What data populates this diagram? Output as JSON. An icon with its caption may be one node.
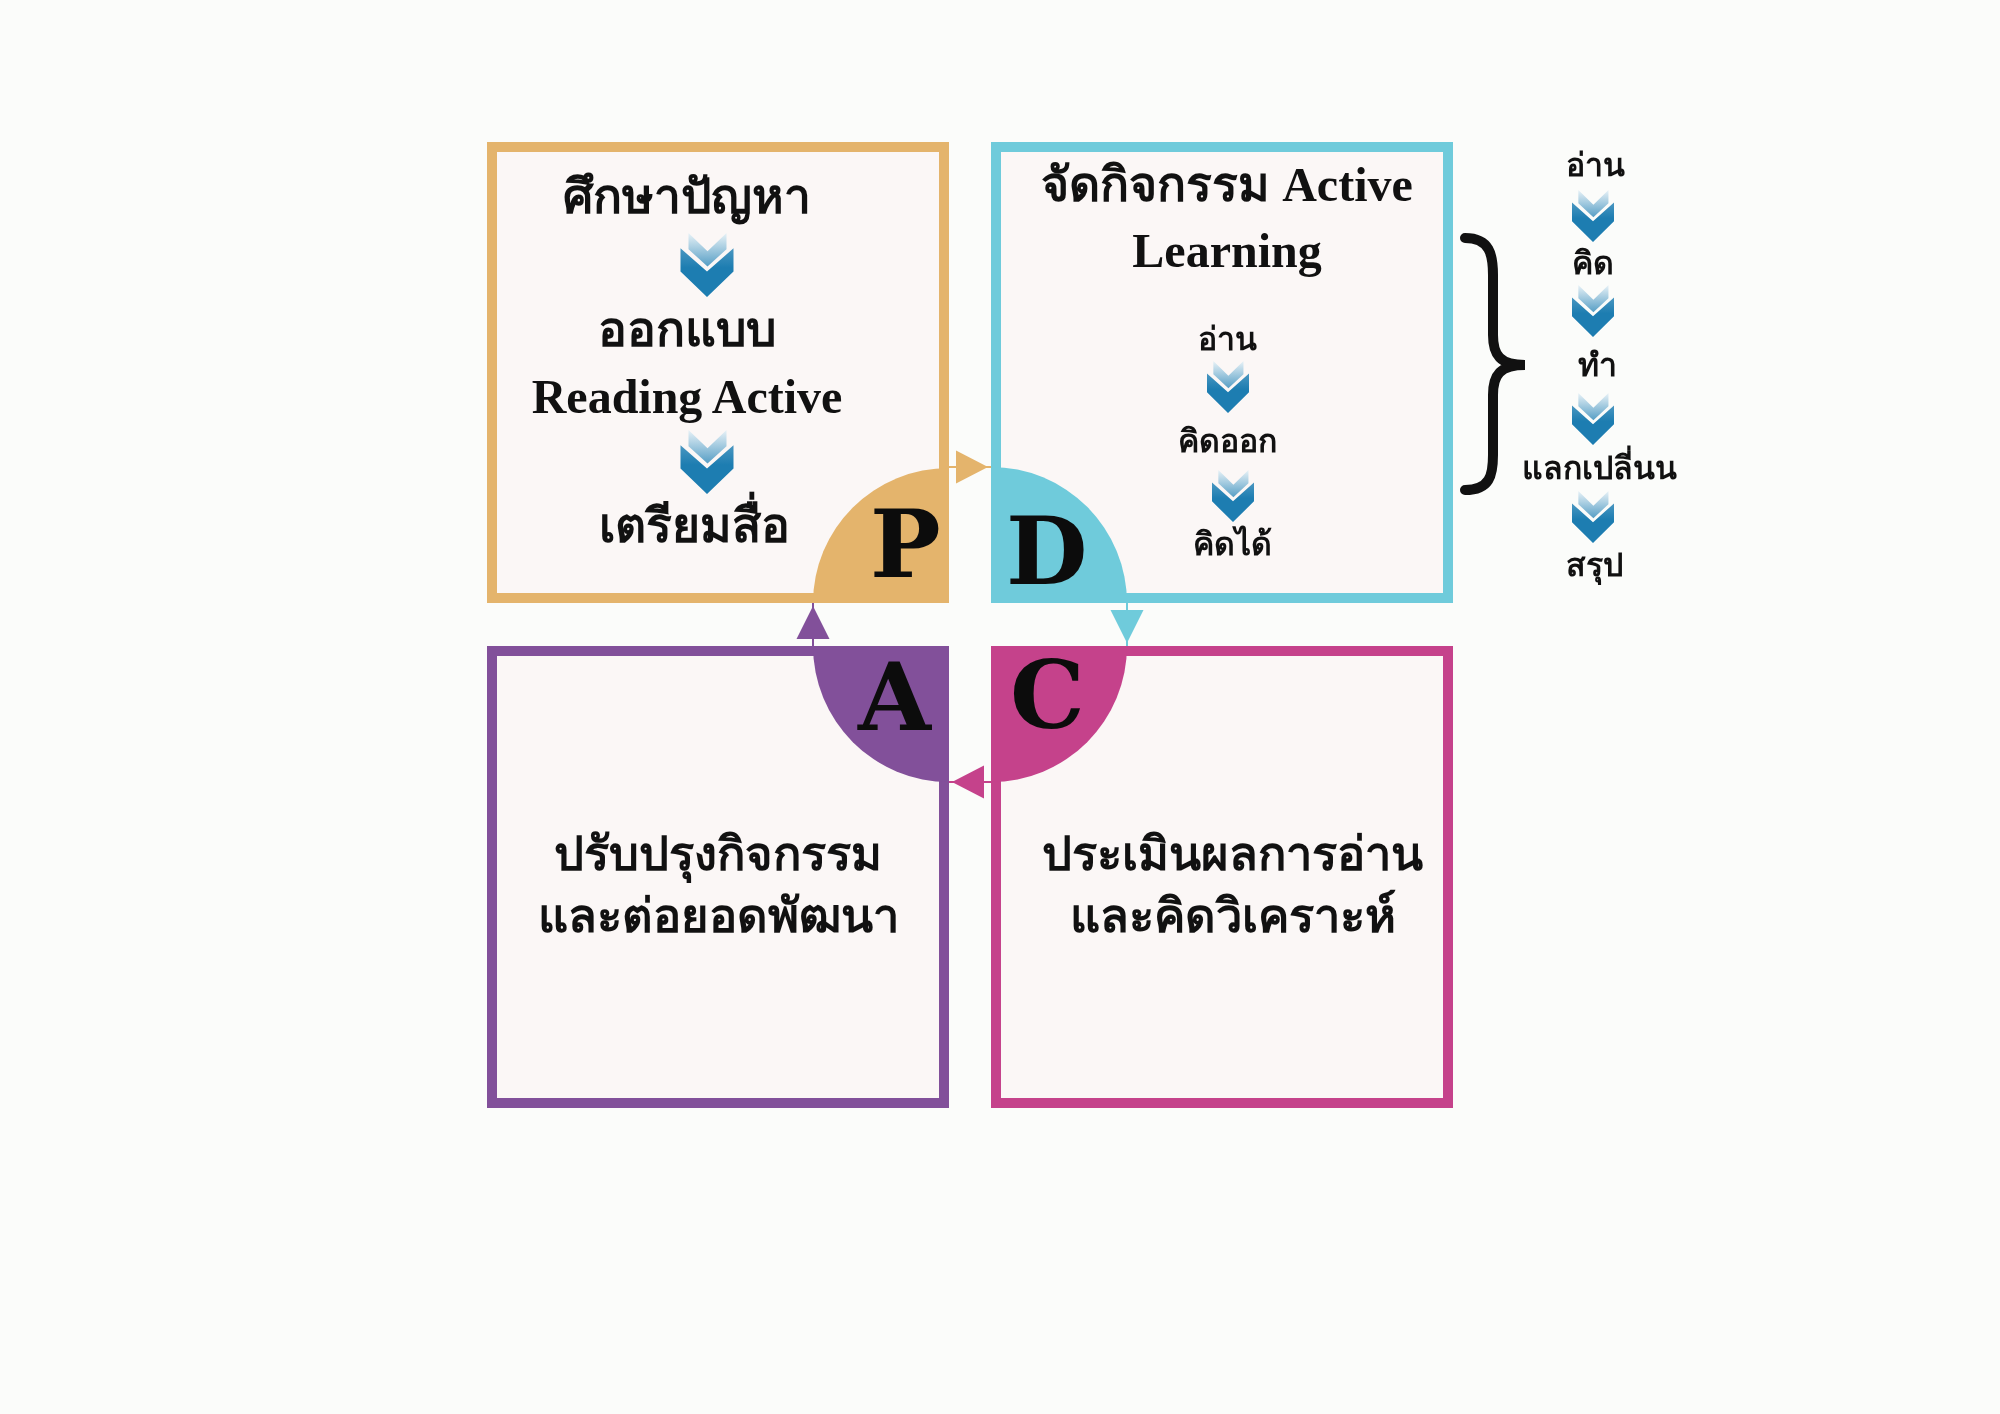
{
  "diagram": {
    "nodes": [
      {
        "text": [],
        "shape": "box"
      },
      {
        "text": [
          "P"
        ],
        "in": 0
      },
      {
        "text": [
          "ศึกษาปัญหา"
        ],
        "in": 0
      },
      {
        "text": [
          "ออกแบบ Reading Active"
        ],
        "in": 0
      },
      {
        "text": [
          "เตรียมสื่อ"
        ],
        "in": 0
      },
      {
        "text": [
          "จัดกิจกรรม Active Learning"
        ]
      },
      {
        "text": [
          "D"
        ],
        "in": 5
      },
      {
        "text": [
          "อ่าน"
        ],
        "in": 5
      },
      {
        "text": [
          "คิดออก"
        ],
        "in": 5
      },
      {
        "text": [
          "คิดได้"
        ],
        "in": 5
      },
      {
        "text": [
          "อ่าน"
        ]
      },
      {
        "text": [
          "คิด"
        ]
      },
      {
        "text": [
          "ทำ"
        ]
      },
      {
        "text": [
          "แลกเปลี่นน"
        ]
      },
      {
        "text": [
          "สรุป"
        ]
      },
      {
        "text": [
          "ปรับปรุงกิจกรรม และต่อยอดพัฒนา"
        ]
      },
      {
        "text": [
          "A"
        ],
        "in": 15
      },
      {
        "text": [
          "ประเมินผลการอ่าน และคิดวิเคราะห์"
        ]
      },
      {
        "text": [
          "C"
        ],
        "in": 17
      }
    ],
    "edges": [
      {
        "from": 2,
        "to": 3,
        "arrow": "to"
      },
      {
        "from": 3,
        "to": 4,
        "arrow": "to"
      },
      {
        "from": 7,
        "to": 8,
        "arrow": "to"
      },
      {
        "from": 8,
        "to": 9,
        "arrow": "to"
      },
      {
        "from": 10,
        "to": 11,
        "arrow": "to"
      },
      {
        "from": 11,
        "to": 12,
        "arrow": "to"
      },
      {
        "from": 12,
        "to": 13,
        "arrow": "to"
      },
      {
        "from": 13,
        "to": 14,
        "arrow": "to"
      },
      {
        "from": 1,
        "to": 6,
        "arrow": "to",
        "color": "#e4b46c"
      },
      {
        "from": 6,
        "to": 18,
        "arrow": "to",
        "color": "#6fcbdb"
      },
      {
        "from": 18,
        "to": 16,
        "arrow": "to",
        "color": "#c5428b"
      },
      {
        "from": 16,
        "to": 1,
        "arrow": "to",
        "color": "#82509a"
      }
    ]
  }
}
